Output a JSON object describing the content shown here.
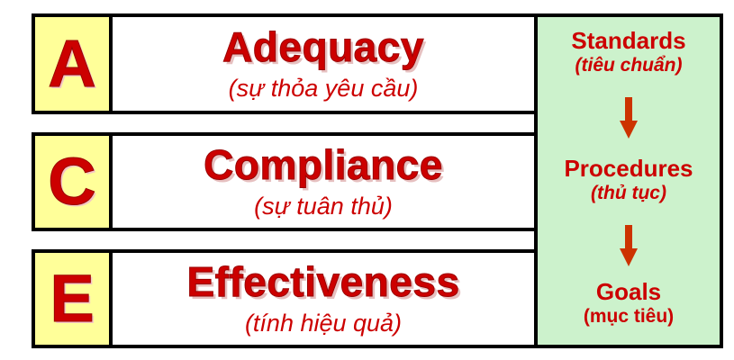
{
  "rows": [
    {
      "letter": "A",
      "term": "Adequacy",
      "sub": "(sự thỏa yêu cầu)"
    },
    {
      "letter": "C",
      "term": "Compliance",
      "sub": "(sự tuân thủ)"
    },
    {
      "letter": "E",
      "term": "Effectiveness",
      "sub": "(tính hiệu quả)"
    }
  ],
  "flow": [
    {
      "title": "Standards",
      "sub": "(tiêu chuẩn)"
    },
    {
      "title": "Procedures",
      "sub": "(thủ tục)"
    },
    {
      "title": "Goals",
      "sub": "(mục tiêu)"
    }
  ],
  "colors": {
    "text": "#cc0000",
    "letter_bg": "#ffff99",
    "panel_bg": "#ccf2cc",
    "arrow": "#cc3300",
    "border": "#000000"
  }
}
